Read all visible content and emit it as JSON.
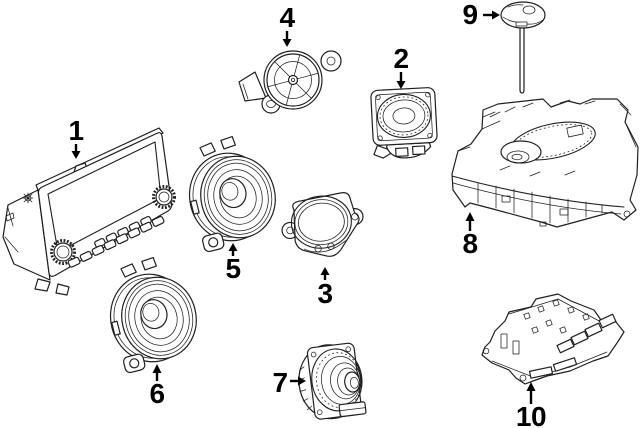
{
  "diagram": {
    "type": "vehicle-audio-parts-diagram",
    "background_color": "#ffffff",
    "line_color": "#1f1f1f",
    "label_color": "#000000",
    "callouts": [
      {
        "number": "1",
        "part": "radio-head-unit"
      },
      {
        "number": "2",
        "part": "box-speaker"
      },
      {
        "number": "3",
        "part": "flange-speaker"
      },
      {
        "number": "4",
        "part": "tweeter-speaker"
      },
      {
        "number": "5",
        "part": "door-speaker-front"
      },
      {
        "number": "6",
        "part": "door-speaker-rear"
      },
      {
        "number": "7",
        "part": "speaker-back-view"
      },
      {
        "number": "8",
        "part": "subwoofer-enclosure"
      },
      {
        "number": "9",
        "part": "roof-antenna"
      },
      {
        "number": "10",
        "part": "amplifier"
      }
    ]
  }
}
